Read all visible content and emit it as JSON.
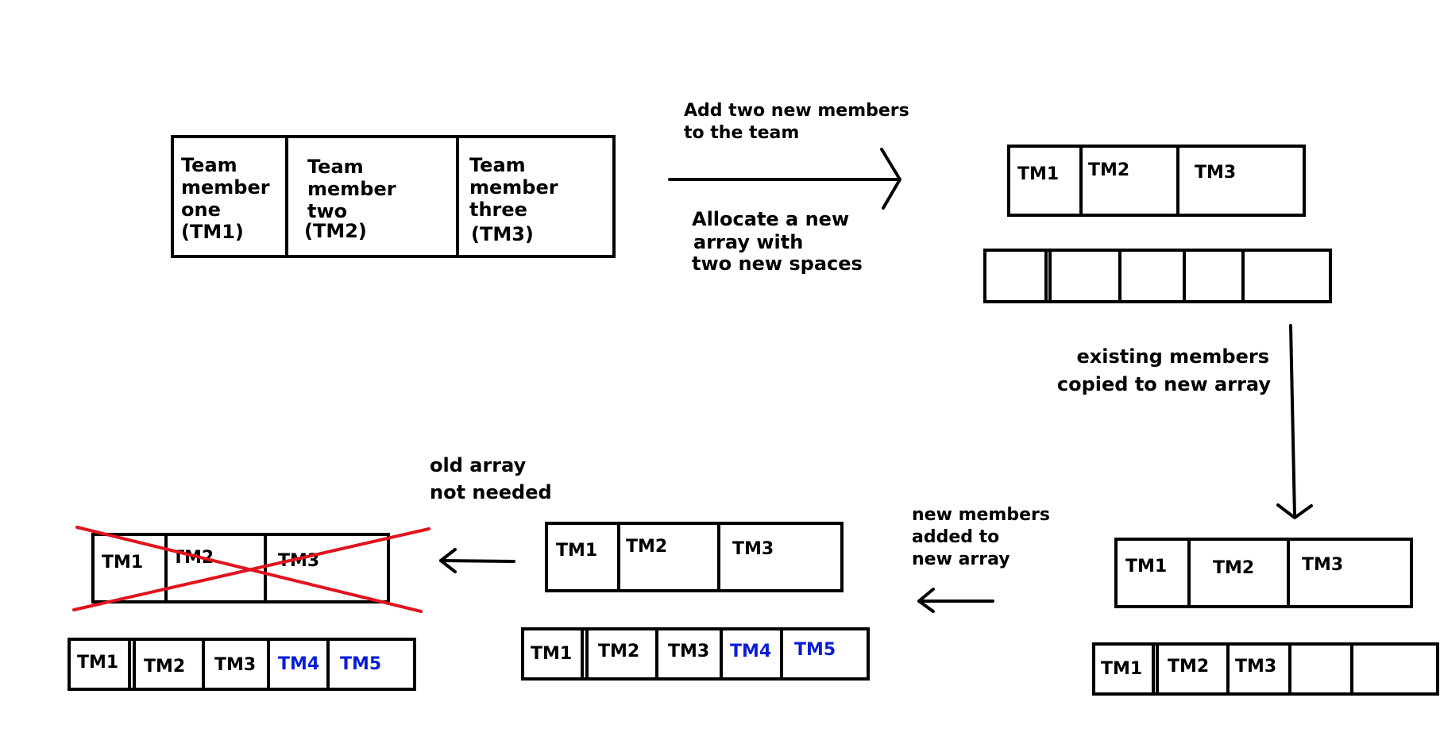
{
  "colors": {
    "ink": "#000000",
    "highlight": "#0a1ed6",
    "strike": "#e0141e"
  },
  "original_array": {
    "cells": [
      [
        "Team",
        "member",
        "one",
        "(TM1)"
      ],
      [
        "Team",
        "member",
        "two",
        "(TM2)"
      ],
      [
        "Team",
        "member",
        "three",
        "(TM3)"
      ]
    ]
  },
  "step1": {
    "label_top": [
      "Add two new members",
      "to the team"
    ],
    "label_bottom": [
      "Allocate a new",
      "array with",
      "two new spaces"
    ]
  },
  "step1_result": {
    "old_cells": [
      "TM1",
      "TM2",
      "TM3"
    ],
    "new_cells": [
      "",
      "",
      "",
      "",
      ""
    ]
  },
  "step2": {
    "label": [
      "existing members",
      "copied to new array"
    ]
  },
  "step2_result": {
    "old_cells": [
      "TM1",
      "TM2",
      "TM3"
    ],
    "new_cells": [
      "TM1",
      "TM2",
      "TM3",
      "",
      ""
    ]
  },
  "step3": {
    "label": [
      "new members",
      "added to",
      "new array"
    ]
  },
  "step3_result": {
    "old_cells": [
      "TM1",
      "TM2",
      "TM3"
    ],
    "new_cells": [
      "TM1",
      "TM2",
      "TM3",
      "TM4",
      "TM5"
    ],
    "new_highlight_from": 3
  },
  "step4": {
    "label": [
      "old array",
      "not needed"
    ]
  },
  "final_result": {
    "old_cells": [
      "TM1",
      "TM2",
      "TM3"
    ],
    "new_cells": [
      "TM1",
      "TM2",
      "TM3",
      "TM4",
      "TM5"
    ],
    "new_highlight_from": 3
  }
}
